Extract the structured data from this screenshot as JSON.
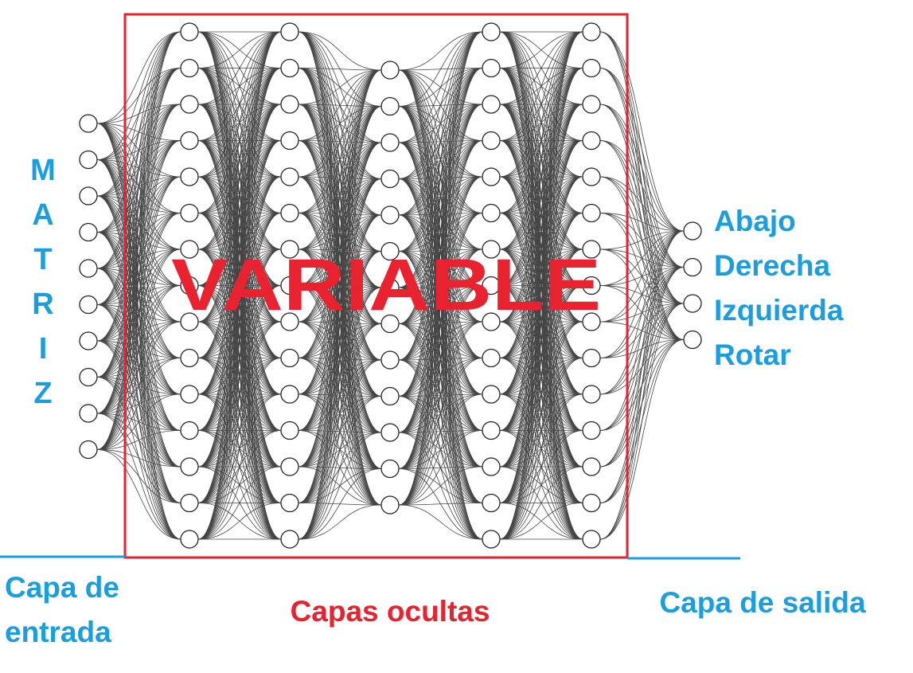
{
  "input_label_vertical": [
    "M",
    "A",
    "T",
    "R",
    "I",
    "Z"
  ],
  "output_labels": [
    "Abajo",
    "Derecha",
    "Izquierda",
    "Rotar"
  ],
  "overlay_label": "VARIABLE",
  "captions": {
    "input_layer_line1": "Capa de",
    "input_layer_line2": "entrada",
    "hidden_layers": "Capas ocultas",
    "output_layer": "Capa de salida"
  },
  "network": {
    "layers": [
      {
        "name": "input",
        "nodes": 10
      },
      {
        "name": "hidden-1",
        "nodes": 15
      },
      {
        "name": "hidden-2",
        "nodes": 15
      },
      {
        "name": "hidden-3",
        "nodes": 13
      },
      {
        "name": "hidden-4",
        "nodes": 15
      },
      {
        "name": "hidden-5",
        "nodes": 15
      },
      {
        "name": "output",
        "nodes": 4
      }
    ]
  },
  "colors": {
    "blue": "#1a9ee0",
    "red": "#e8222e",
    "edge": "#444444"
  }
}
